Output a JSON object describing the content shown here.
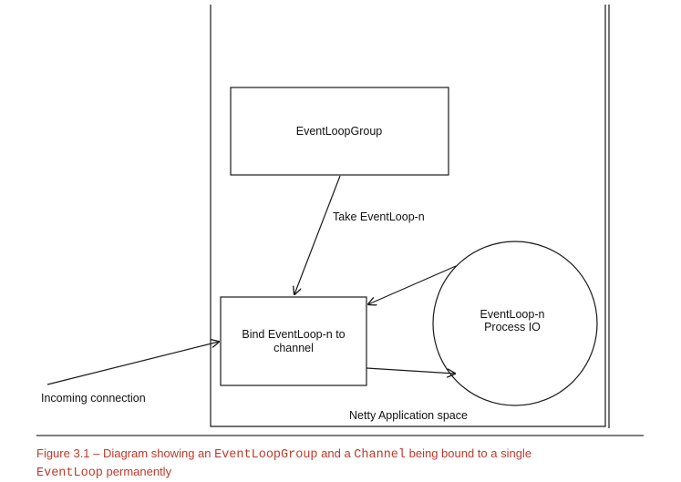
{
  "diagram": {
    "container_label": "Netty Application space",
    "event_loop_group_label": "EventLoopGroup",
    "take_arrow_label": "Take EventLoop-n",
    "bind_box_line1": "Bind EventLoop-n to",
    "bind_box_line2": "channel",
    "event_loop_line1": "EventLoop-n",
    "event_loop_line2": "Process IO",
    "incoming_label": "Incoming connection"
  },
  "caption": {
    "prefix": "Figure 3.1 – Diagram showing an ",
    "code1": "EventLoopGroup",
    "mid1": " and a ",
    "code2": "Channel",
    "mid2": " being bound to a single",
    "code3": "EventLoop",
    "suffix": " permanently"
  },
  "colors": {
    "caption": "#c0392b",
    "lines": "#1a1a1a"
  }
}
